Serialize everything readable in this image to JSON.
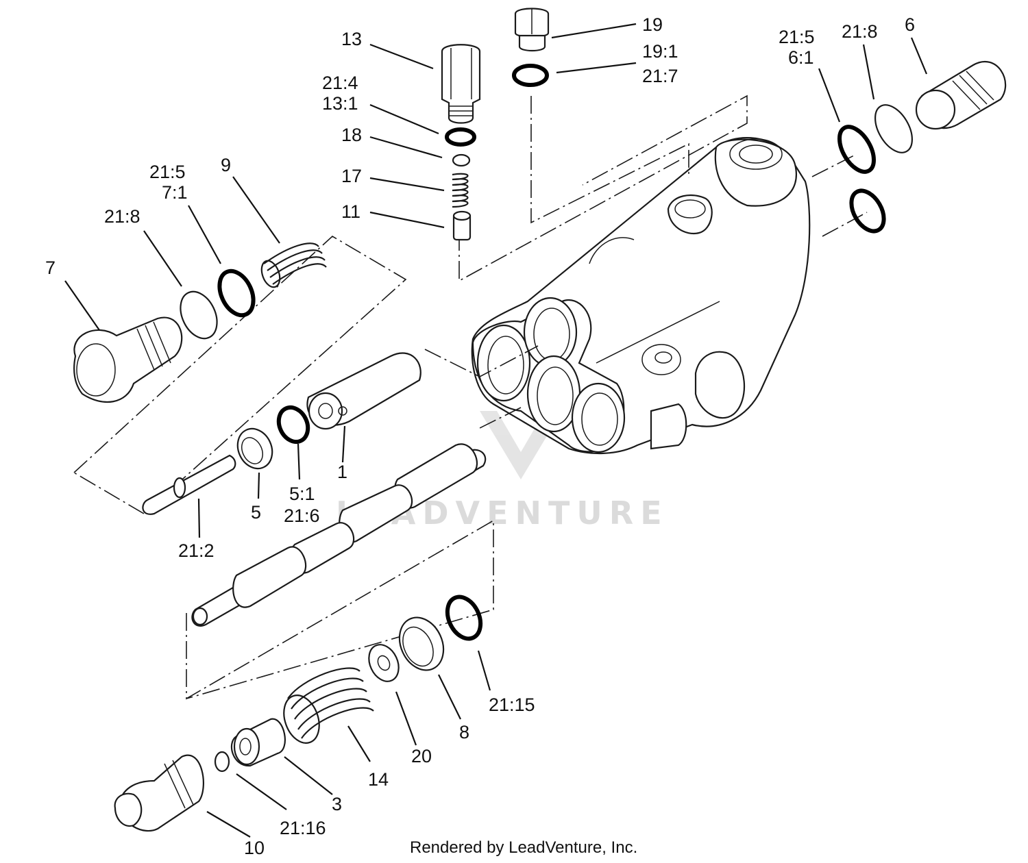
{
  "diagram": {
    "callouts": {
      "c13": "13",
      "c19": "19",
      "c19_1": "19:1",
      "c21_7": "21:7",
      "c21_4": "21:4",
      "c13_1": "13:1",
      "c18": "18",
      "c17": "17",
      "c11": "11",
      "c21_5_right": "21:5",
      "c6_1": "6:1",
      "c21_8_right": "21:8",
      "c6": "6",
      "c21_5_left": "21:5",
      "c7_1": "7:1",
      "c9": "9",
      "c21_8_left": "21:8",
      "c7": "7",
      "c1": "1",
      "c5": "5",
      "c5_1": "5:1",
      "c21_6": "21:6",
      "c21_2": "21:2",
      "c21_15": "21:15",
      "c8": "8",
      "c20": "20",
      "c14": "14",
      "c3": "3",
      "c21_16": "21:16",
      "c10": "10"
    },
    "footer": "Rendered by LeadVenture, Inc.",
    "watermark": "LEADVENTURE"
  }
}
